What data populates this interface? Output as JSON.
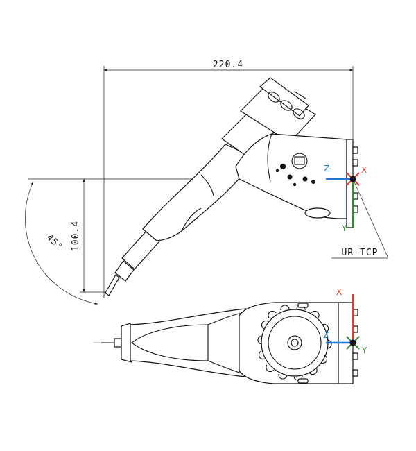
{
  "dimensions": {
    "width": "220.4",
    "height": "100.4",
    "angle": "45°"
  },
  "labels": {
    "tcp": "UR-TCP"
  },
  "axes_top": {
    "x": "X",
    "y": "Y",
    "z": "Z"
  },
  "axes_bottom": {
    "x": "X",
    "y": "Y",
    "z": "Z"
  },
  "colors": {
    "x_axis": "#e03c2c",
    "y_axis": "#2e8b2e",
    "z_axis": "#1f78d1",
    "line": "#111111"
  }
}
